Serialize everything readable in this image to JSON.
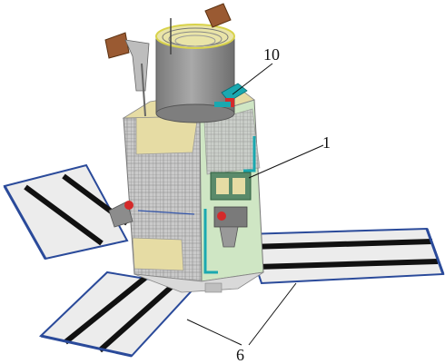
{
  "callouts": {
    "top_instrument": "10",
    "side_module": "1",
    "solar_panels": "6"
  },
  "colors": {
    "body_hatch": "#c9c9c9",
    "hatch_line": "#8a8a8a",
    "panel_fill": "#ececec",
    "panel_stripe": "#111111",
    "panel_edge": "#2a4a9a",
    "gold_panel": "#e6dca4",
    "green_module": "#cfe6c4",
    "cyan_pipe": "#1aa8b0",
    "red_part": "#d42a2a",
    "cylinder": "#8f8f8f",
    "cylinder_rim": "#d8d24a",
    "brown_unit": "#9a5a32"
  },
  "icons": [
    "satellite-body",
    "solar-panel",
    "telescope-cylinder",
    "antenna"
  ]
}
